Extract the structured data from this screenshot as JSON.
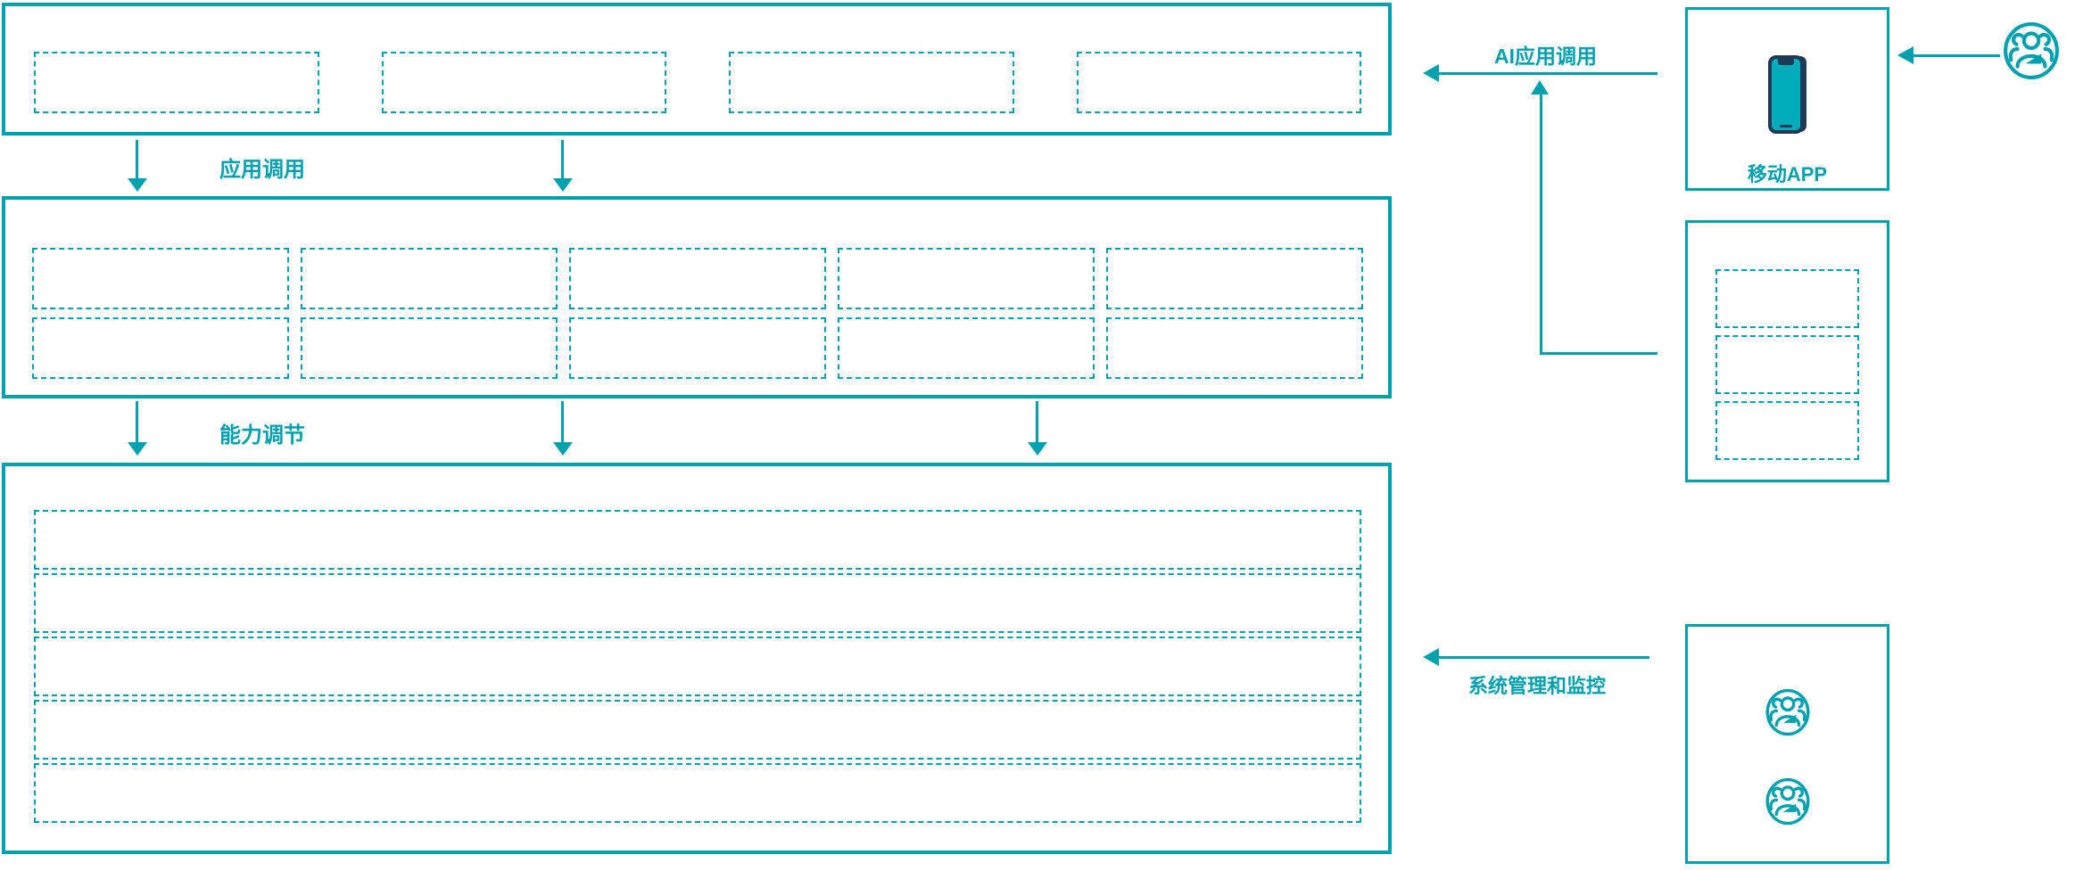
{
  "colors": {
    "accent_teal": "#00a1af",
    "phone_screen_teal": "#00acba",
    "phone_body_navy": "#1f3a57"
  },
  "labels": {
    "app_call": "应用调用",
    "capability_adjust": "能力调节",
    "ai_app_call": "AI应用调用",
    "system_monitor": "系统管理和监控",
    "mobile_app": "移动APP"
  },
  "left_stack": {
    "top_box": {
      "placeholders": 4
    },
    "middle_box": {
      "placeholders": 10,
      "rows": 2,
      "columns": 5
    },
    "bottom_box": {
      "placeholders": 5
    }
  },
  "right_column": {
    "mobile_app_box": {
      "icon": "smartphone-icon"
    },
    "middle_box": {
      "placeholders": 3
    },
    "users_box": {
      "icons": 2,
      "icon": "user-group-icon"
    },
    "external_icon": "user-group-icon"
  }
}
